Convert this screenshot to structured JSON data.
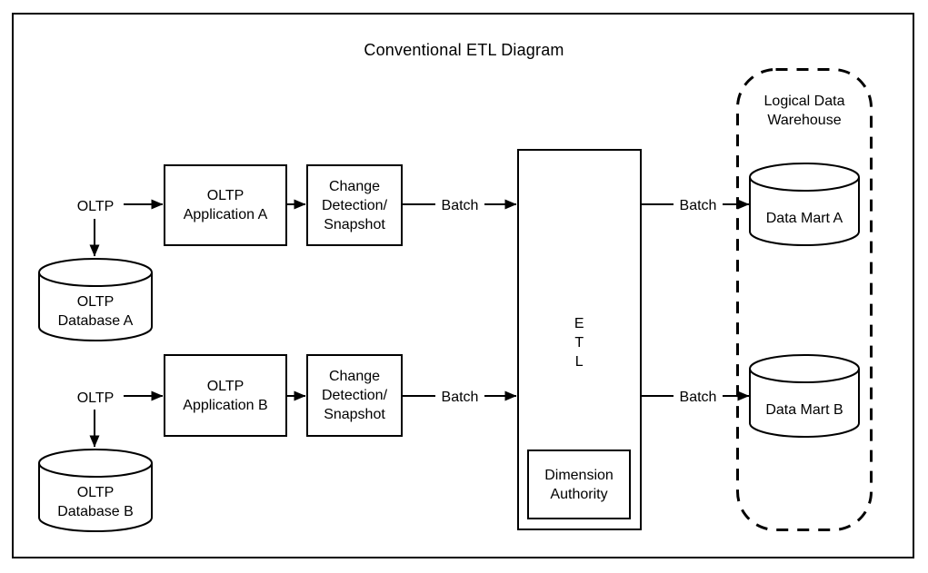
{
  "title": "Conventional ETL Diagram",
  "colors": {
    "line": "#000000",
    "background": "#ffffff"
  },
  "flow_a": {
    "oltp_label": "OLTP",
    "application": "OLTP\nApplication A",
    "change_detection": "Change\nDetection/\nSnapshot",
    "batch_to_etl": "Batch",
    "batch_to_mart": "Batch",
    "database": "OLTP\nDatabase A",
    "data_mart": "Data Mart A"
  },
  "flow_b": {
    "oltp_label": "OLTP",
    "application": "OLTP\nApplication B",
    "change_detection": "Change\nDetection/\nSnapshot",
    "batch_to_etl": "Batch",
    "batch_to_mart": "Batch",
    "database": "OLTP\nDatabase B",
    "data_mart": "Data Mart B"
  },
  "etl": {
    "label": "E\nT\nL",
    "dimension_authority": "Dimension\nAuthority"
  },
  "warehouse": {
    "label": "Logical Data\nWarehouse"
  }
}
